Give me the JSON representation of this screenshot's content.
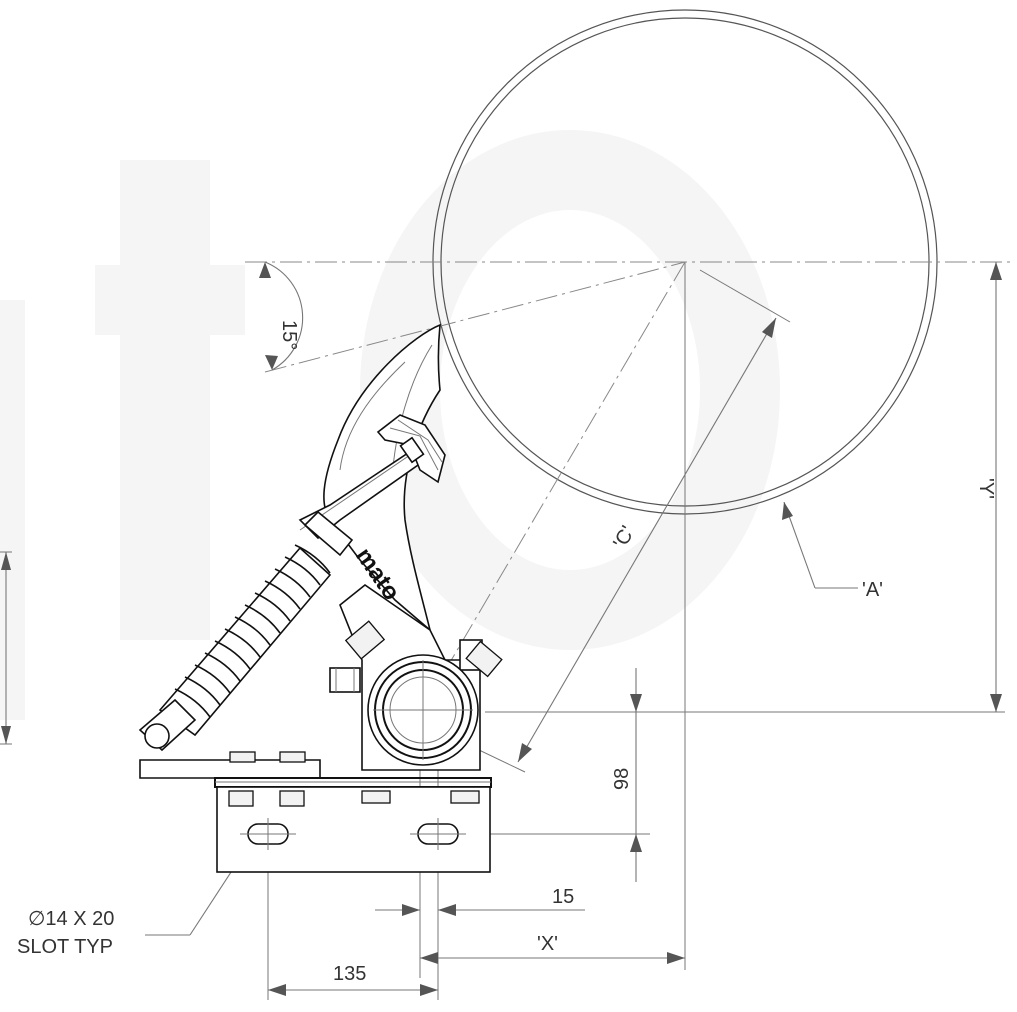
{
  "drawing": {
    "brand_mark": "mato",
    "watermark": "mato",
    "labels": {
      "angle": "15°",
      "dim_y": "'Y'",
      "dim_c": "'C'",
      "dim_a": "'A'",
      "dim_98": "98",
      "dim_15": "15",
      "dim_x": "'X'",
      "dim_135": "135",
      "slot_line1": "∅14 X 20",
      "slot_line2": "SLOT TYP"
    },
    "colors": {
      "line": "#555555",
      "part_outline": "#111111",
      "watermark": "#f4f4f4"
    }
  }
}
